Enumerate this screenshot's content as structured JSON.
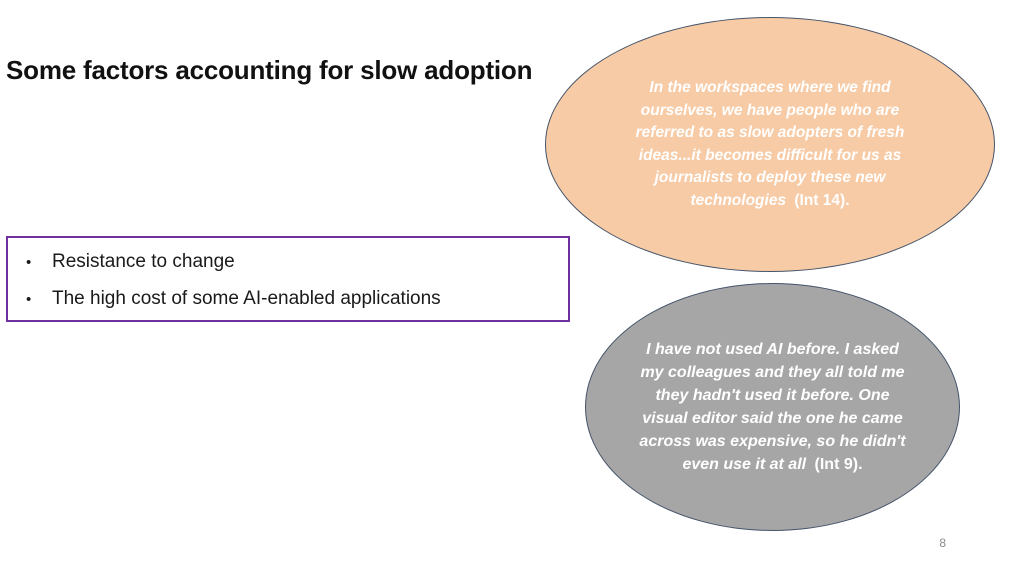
{
  "slide": {
    "title": "Some factors accounting for slow adoption",
    "page_number": "8"
  },
  "bullet_box": {
    "border_color": "#7030A0",
    "bullet_glyph": "•",
    "items": [
      "Resistance to change",
      "The high cost of some AI-enabled applications"
    ]
  },
  "quotes": [
    {
      "text": "In the workspaces where we find ourselves, we have people who are referred to as slow adopters of fresh ideas...it becomes difficult for us as journalists to deploy these new technologies",
      "citation": "(Int 14).",
      "fill_color": "#F7CBA6",
      "border_color": "#44546A",
      "text_color": "#FFFFFF"
    },
    {
      "text": "I have not used AI before. I asked my colleagues and they all told me they hadn't used it before. One visual editor said the one he came across was expensive, so he didn't even use it at all",
      "citation": "(Int 9).",
      "fill_color": "#A6A6A6",
      "border_color": "#44546A",
      "text_color": "#FFFFFF"
    }
  ]
}
